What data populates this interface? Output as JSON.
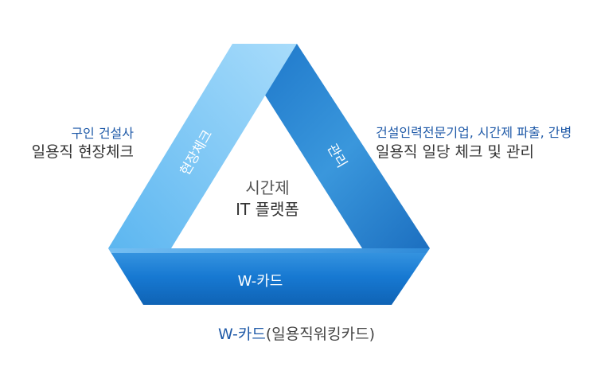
{
  "center": {
    "line1": "시간제",
    "line2": "IT 플랫폼"
  },
  "sides": {
    "left": "현장체크",
    "right": "관리",
    "bottom": "W-카드"
  },
  "left_note": {
    "sub": "구인 건설사",
    "main": "일용직 현장체크"
  },
  "right_note": {
    "sub": "건설인력전문기업, 시간제 파출, 간병",
    "main": "일용직 일당 체크 및 관리"
  },
  "caption": {
    "accent": "W-카드",
    "rest": "(일용직워킹카드)"
  },
  "colors": {
    "accent_text": "#1f5aa8",
    "dark_text": "#333333",
    "left_band": "#79c4f4",
    "right_band": "#2f8fd8",
    "bottom_band": "#1677cf"
  }
}
